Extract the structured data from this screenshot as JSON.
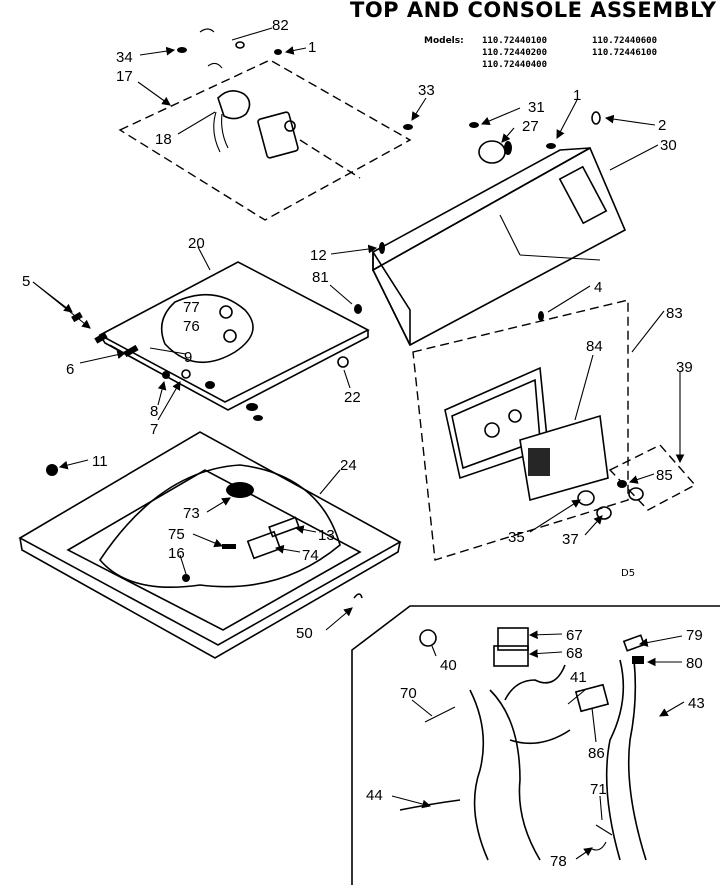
{
  "header": {
    "title": "TOP AND CONSOLE ASSEMBLY",
    "models_label": "Models:",
    "models": [
      "110.72440100",
      "110.72440600",
      "110.72440200",
      "110.72446100",
      "110.72440400"
    ]
  },
  "section_code": "D5",
  "parts": {
    "p82": "82",
    "p34": "34",
    "p1a": "1",
    "p17": "17",
    "p18": "18",
    "p33": "33",
    "p31": "31",
    "p27": "27",
    "p1b": "1",
    "p2": "2",
    "p30": "30",
    "p20": "20",
    "p5": "5",
    "p77": "77",
    "p76": "76",
    "p6": "6",
    "p9": "9",
    "p8": "8",
    "p7": "7",
    "p12": "12",
    "p81": "81",
    "p22": "22",
    "p4": "4",
    "p83": "83",
    "p84": "84",
    "p39": "39",
    "p85": "85",
    "p35": "35",
    "p37": "37",
    "p11": "11",
    "p24": "24",
    "p73": "73",
    "p75": "75",
    "p13": "13",
    "p16": "16",
    "p74": "74",
    "p50": "50",
    "p67": "67",
    "p68": "68",
    "p79": "79",
    "p80": "80",
    "p40": "40",
    "p41": "41",
    "p70": "70",
    "p43": "43",
    "p86": "86",
    "p44": "44",
    "p71": "71",
    "p78": "78"
  }
}
